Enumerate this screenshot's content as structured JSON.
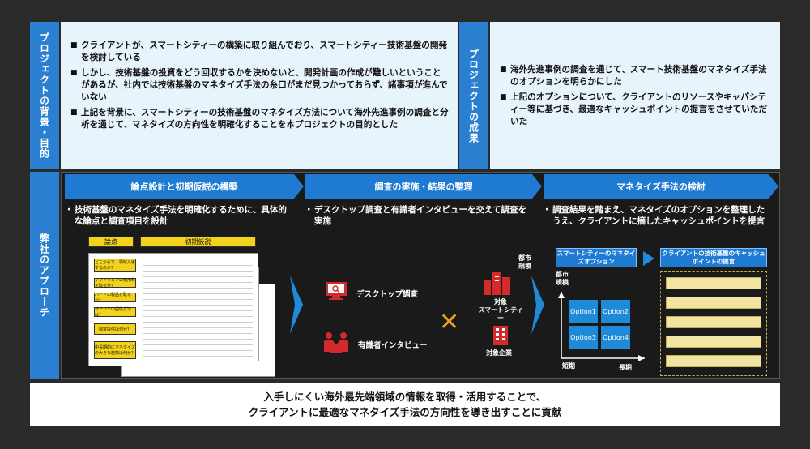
{
  "background_section": {
    "label": "プロジェクトの背景・目的",
    "bullets": [
      "クライアントが、スマートシティーの構築に取り組んでおり、スマートシティー技術基盤の開発を検討している",
      "しかし、技術基盤の投資をどう回収するかを決めないと、開発計画の作成が難しいということがあるが、社内では技術基盤のマネタイズ手法の糸口がまだ見つかっておらず、諸事項が進んでいない",
      "上記を背景に、スマートシティーの技術基盤のマネタイズ方法について海外先進事例の調査と分析を通じて、マネタイズの方向性を明確化することを本プロジェクトの目的とした"
    ]
  },
  "results_section": {
    "label": "プロジェクトの成果",
    "bullets": [
      "海外先進事例の調査を通じて、スマート技術基盤のマネタイズ手法のオプションを明らかにした",
      "上記のオプションについて、クライアントのリソースやキャパシティー等に基づき、最適なキャッシュポイントの提言をさせていただいた"
    ]
  },
  "approach_section": {
    "label": "弊社のアプローチ",
    "steps": [
      {
        "title": "論点設計と初期仮説の構築",
        "desc": "技術基盤のマネタイズ手法を明確化するために、具体的な論点と調査項目を設計"
      },
      {
        "title": "調査の実施・結果の整理",
        "desc": "デスクトップ調査と有識者インタビューを交えて調査を実施"
      },
      {
        "title": "マネタイズ手法の検討",
        "desc": "調査結果を踏まえ、マネタイズのオプションを整理したうえ、クライアントに摘したキャッシュポイントを提言"
      }
    ],
    "step1_visual": {
      "header_left": "論点",
      "header_right": "初期仮説",
      "issue_rows": [
        "どこからで…領域入手するのか？",
        "ソフトウェアの使用料を取るか？",
        "ハードの製品を取るか？",
        "サーバーの提供方法は？",
        "顧客提供は何か？",
        "中長期的にマネタイズの大きな施策は何か？"
      ]
    },
    "step2_visual": {
      "desktop_research": "デスクトップ調査",
      "expert_interview": "有識者インタビュー",
      "city_scale": "都市規模",
      "target_city": "対象\nスマートシティー",
      "target_company": "対象企業",
      "cross_mark": "✕"
    },
    "step3_visual": {
      "options_header": "スマートシティーのマネタイズオプション",
      "proposal_header": "クライアントの技術基盤のキャッシュポイントの提言",
      "y_axis": "都市規模",
      "x_short": "短期",
      "x_long": "長期",
      "options": [
        "Option1",
        "Option2",
        "Option3",
        "Option4"
      ]
    }
  },
  "conclusion": {
    "line1": "入手しにくい海外最先端領域の情報を取得・活用することで、",
    "line2": "クライアントに最適なマネタイズ手法の方向性を導き出すことに貢献"
  },
  "colors": {
    "accent_blue": "#1f7bd2",
    "label_blue": "#2b7fd0",
    "panel_light": "#e8f4fb",
    "yellow": "#f2d21b",
    "orange_x": "#e8a317",
    "red_icon": "#d42a2a"
  }
}
